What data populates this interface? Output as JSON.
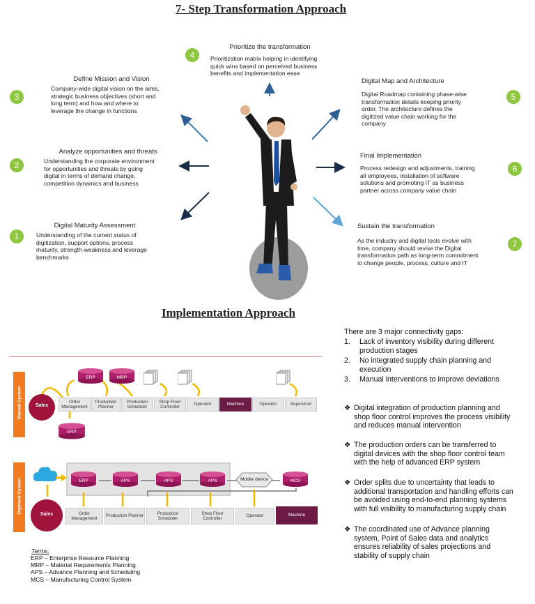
{
  "top_title": "7- Step Transformation Approach",
  "steps": [
    {
      "num": "1",
      "title": "Digital Maturity Assessment",
      "desc": [
        "Understanding of the current status of",
        "digitization, support options, process",
        "maturity, strength-weakness and leverage",
        "benchmarks"
      ]
    },
    {
      "num": "2",
      "title": "Analyze opportunities and threats",
      "desc": [
        "Understanding the corporate environment",
        "for opportunities and threats by going",
        "digital in terms of demand change,",
        "competition dynamics and business"
      ]
    },
    {
      "num": "3",
      "title": "Define Mission and Vision",
      "desc": [
        "Company-wide digital vision on the aims,",
        "strategic business objectives (short and",
        "long term) and how and where to",
        "leverage the change in functions"
      ]
    },
    {
      "num": "4",
      "title": "Prioritize the transformation",
      "desc": [
        "Prioritization matrix helping in identifying",
        "quick wins based on perceived business",
        "benefits and implementation ease"
      ]
    },
    {
      "num": "5",
      "title": "Digital Map and Architecture",
      "desc": [
        "Digital Roadmap containing phase-wise",
        "transformation details keeping priority",
        "order. The architecture defines the",
        "digitized value chain working for the",
        "company"
      ]
    },
    {
      "num": "6",
      "title": "Final Implementation",
      "desc": [
        "Process redesign and adjustments, training",
        "all employees, installation of software",
        "solutions and promoting IT as business",
        "partner across company value chain"
      ]
    },
    {
      "num": "7",
      "title": "Sustain the transformation",
      "desc": [
        "As the industry and digital tools evolve with",
        "time, company should revise the Digital",
        "transformation path as long-term commitment",
        "to change people, process, culture and IT"
      ]
    }
  ],
  "impl_title": "Implementation Approach",
  "gaps_intro": "There are 3 major connectivity gaps:",
  "gaps": [
    {
      "n": "1.",
      "lines": [
        "Lack of inventory visibility during different",
        "production stages"
      ]
    },
    {
      "n": "2.",
      "lines": [
        "No integrated supply chain planning and",
        "execution"
      ]
    },
    {
      "n": "3.",
      "lines": [
        "Manual interventions to improve deviations"
      ]
    }
  ],
  "bullets": [
    [
      "Digital integration of production planning and",
      "shop floor control improves the process visibility",
      "and reduces manual intervention"
    ],
    [
      "The production orders can be transferred to",
      "digital devices with the shop floor control team",
      "with the help of advanced ERP system"
    ],
    [
      "Order splits due to uncertainty that leads to",
      "additional transportation and handling efforts can",
      "be avoided using end-to-end planning systems",
      "with full visibility to manufacturing supply chain"
    ],
    [
      "The coordinated use of Advance planning",
      "system, Point of Sales data and analytics",
      "ensures reliability of sales projections and",
      "stability of supply chain"
    ]
  ],
  "manual": {
    "label": "Manual System",
    "sales": "Sales",
    "erp_top": "ERP",
    "mrp_top": "MRP",
    "erp_bottom": "ERP",
    "boxes": [
      "Order Management",
      "Production Planner",
      "Production Scheduler",
      "Shop Floor Controller",
      "Operator",
      "Machine",
      "Operator",
      "Supervisor"
    ]
  },
  "digital": {
    "label": "Digitized System",
    "sales": "Sales",
    "cyls": [
      "ERP",
      "APS",
      "APS",
      "APS"
    ],
    "mobile": "Mobile device",
    "mcs": "MCS",
    "boxes": [
      "Order Management",
      "Production Planner",
      "Production Scheduler",
      "Shop Floor Controller",
      "Operator",
      "Machine"
    ]
  },
  "terms_title": "Terms:",
  "terms": [
    "ERP – Enterprise Resource Planning",
    "MRP – Material Requirements Planning",
    "APS – Advance Planning and Scheduling",
    "MCS – Manufacturing Control System"
  ]
}
